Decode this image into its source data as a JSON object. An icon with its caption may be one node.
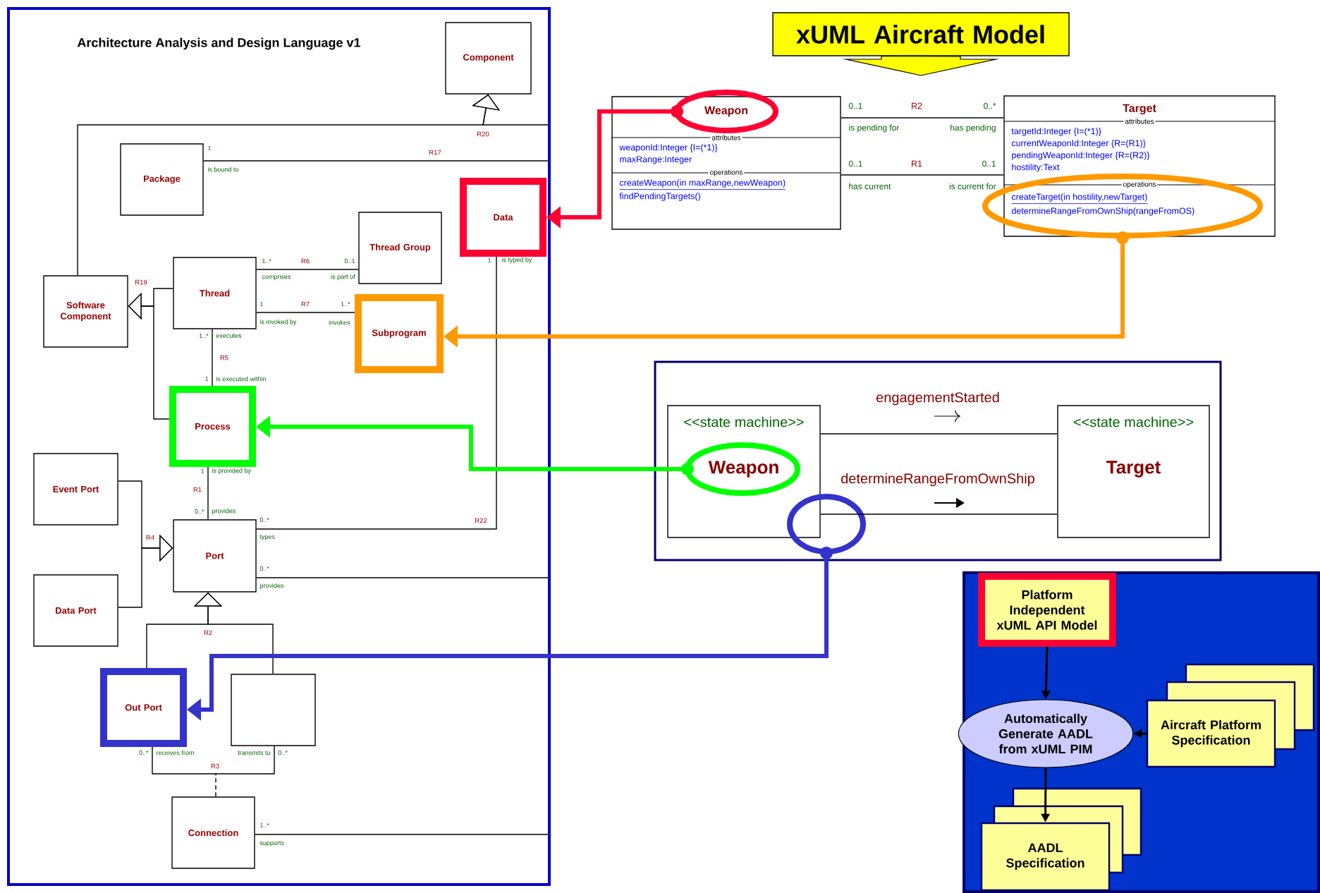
{
  "diagram": {
    "nodes": [
      {
        "text": [
          "Architecture Analysis and Design Language v1"
        ]
      },
      {
        "text": [
          "Component"
        ],
        "in": 0
      },
      {
        "text": [
          "Package"
        ],
        "in": 0
      },
      {
        "text": [
          "Data"
        ],
        "in": 0
      },
      {
        "text": [
          "Thread Group"
        ],
        "in": 0
      },
      {
        "text": [
          "Thread"
        ],
        "in": 0
      },
      {
        "text": [
          "Software Component"
        ],
        "in": 0
      },
      {
        "text": [
          "Subprogram"
        ],
        "in": 0
      },
      {
        "text": [
          "Process"
        ],
        "in": 0
      },
      {
        "text": [
          "Event Port"
        ],
        "in": 0
      },
      {
        "text": [
          "Port"
        ],
        "in": 0
      },
      {
        "text": [
          "Data Port"
        ],
        "in": 0
      },
      {
        "text": [
          "Out Port"
        ],
        "in": 0
      },
      {
        "text": [],
        "shape": "box",
        "in": 0
      },
      {
        "text": [
          "Connection"
        ],
        "in": 0
      },
      {
        "text": [
          "xUML Aircraft Model"
        ]
      },
      {
        "text": [
          "Weapon",
          "attributes",
          "weaponId:Integer {I=(*1)}",
          "maxRange:Integer",
          "operations",
          "createWeapon(in maxRange,newWeapon)",
          "findPendingTargets()"
        ]
      },
      {
        "text": [
          "Target",
          "attributes",
          "targetId:Integer {I=(*1)}",
          "currentWeaponId:Integer {R=(R1)}",
          "pendingWeaponId:Integer {R=(R2)}",
          "hostility:Text",
          "operations",
          "createTarget(in hostility,newTarget)",
          "determineRangeFromOwnShip(rangeFromOS)"
        ]
      },
      {
        "text": [],
        "shape": "box"
      },
      {
        "text": [
          "<<state machine>>",
          "Weapon"
        ],
        "in": 18
      },
      {
        "text": [
          "<<state machine>>",
          "Target"
        ],
        "in": 18
      },
      {
        "text": [],
        "shape": "box"
      },
      {
        "text": [
          "Platform Independent xUML API Model"
        ],
        "in": 21
      },
      {
        "text": [
          "Automatically Generate AADL from xUML PIM"
        ],
        "in": 21
      },
      {
        "text": [
          "Aircraft Platform Specification"
        ],
        "in": 21
      },
      {
        "text": [
          "AADL Specification"
        ],
        "in": 21
      }
    ],
    "edges": [
      {
        "from": 6,
        "to": 1,
        "arrow": "to",
        "label": "R20"
      },
      {
        "from": null,
        "to": 1,
        "arrow": "to"
      },
      {
        "from": 2,
        "to": null,
        "arrow": "none",
        "label": "R17"
      },
      {
        "from": 3,
        "to": 10,
        "arrow": "none",
        "label": "R22"
      },
      {
        "from": 5,
        "to": 4,
        "arrow": "none",
        "label": "R6"
      },
      {
        "from": 5,
        "to": 7,
        "arrow": "none",
        "label": "R7"
      },
      {
        "from": 5,
        "to": 8,
        "arrow": "none",
        "label": "R5"
      },
      {
        "from": 5,
        "to": 6,
        "arrow": "to",
        "label": "R19"
      },
      {
        "from": 8,
        "to": 6,
        "arrow": "to"
      },
      {
        "from": 8,
        "to": 10,
        "arrow": "none",
        "label": "R1"
      },
      {
        "from": 9,
        "to": 10,
        "arrow": "to",
        "label": "R4"
      },
      {
        "from": 11,
        "to": 10,
        "arrow": "to"
      },
      {
        "from": 10,
        "to": null,
        "arrow": "none"
      },
      {
        "from": 12,
        "to": 10,
        "arrow": "to",
        "label": "R2"
      },
      {
        "from": 13,
        "to": 10,
        "arrow": "to"
      },
      {
        "from": 12,
        "to": 13,
        "arrow": "none",
        "label": "R3"
      },
      {
        "from": 14,
        "to": null,
        "arrow": "none",
        "style": "dashed"
      },
      {
        "from": 14,
        "to": null,
        "arrow": "none"
      },
      {
        "from": 16,
        "to": 17,
        "arrow": "none",
        "label": "R2"
      },
      {
        "from": 16,
        "to": 17,
        "arrow": "none",
        "label": "R1"
      },
      {
        "from": 16,
        "to": 3,
        "arrow": "to",
        "style": "thick",
        "color": "#ff0033"
      },
      {
        "from": 17,
        "to": 7,
        "arrow": "to",
        "style": "thick",
        "color": "#ff9900"
      },
      {
        "from": 19,
        "to": 8,
        "arrow": "to",
        "style": "thick",
        "color": "#00ff00"
      },
      {
        "from": 19,
        "to": 12,
        "arrow": "to",
        "style": "thick",
        "color": "#3333cc"
      },
      {
        "from": 19,
        "to": 20,
        "arrow": "none",
        "label": "engagementStarted"
      },
      {
        "from": 19,
        "to": 20,
        "arrow": "none",
        "label": "determineRangeFromOwnShip"
      },
      {
        "from": 22,
        "to": 23,
        "arrow": "to"
      },
      {
        "from": 24,
        "to": 23,
        "arrow": "to"
      },
      {
        "from": 23,
        "to": 25,
        "arrow": "to"
      },
      {
        "from": 15,
        "to": null,
        "arrow": "to"
      }
    ],
    "labels": [
      "1",
      "is bound to",
      "1",
      "is typed by",
      "1..*",
      "0..1",
      "comprises",
      "is part of",
      "1",
      "1..*",
      "is invoked by",
      "invokes",
      "1..*",
      "executes",
      "1",
      "is executed within",
      "1",
      "is provided by",
      "0..*",
      "provides",
      "0..*",
      "types",
      "0..*",
      "provides",
      "0..*",
      "receives from",
      "transmits to",
      "0..*",
      "1..*",
      "supports",
      "0..1",
      "0..*",
      "is pending for",
      "has pending",
      "0..1",
      "0..1",
      "has current",
      "is current for"
    ]
  }
}
